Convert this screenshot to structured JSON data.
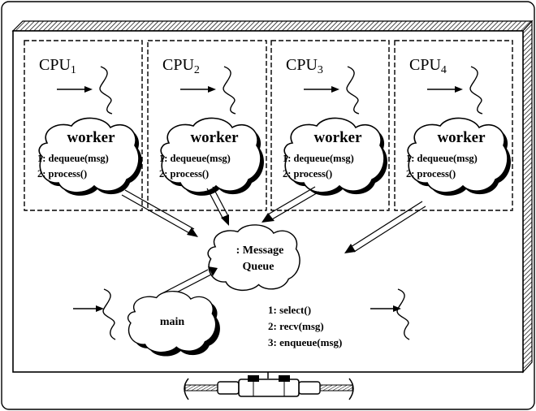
{
  "cpus": [
    {
      "name": "CPU",
      "index": "1"
    },
    {
      "name": "CPU",
      "index": "2"
    },
    {
      "name": "CPU",
      "index": "3"
    },
    {
      "name": "CPU",
      "index": "4"
    }
  ],
  "worker": {
    "title": "worker",
    "steps": [
      "1: dequeue(msg)",
      "2: process()"
    ]
  },
  "message_queue": {
    "line1": ": Message",
    "line2": "Queue"
  },
  "main": {
    "label": "main",
    "steps": [
      "1: select()",
      "2: recv(msg)",
      "3: enqueue(msg)"
    ]
  }
}
